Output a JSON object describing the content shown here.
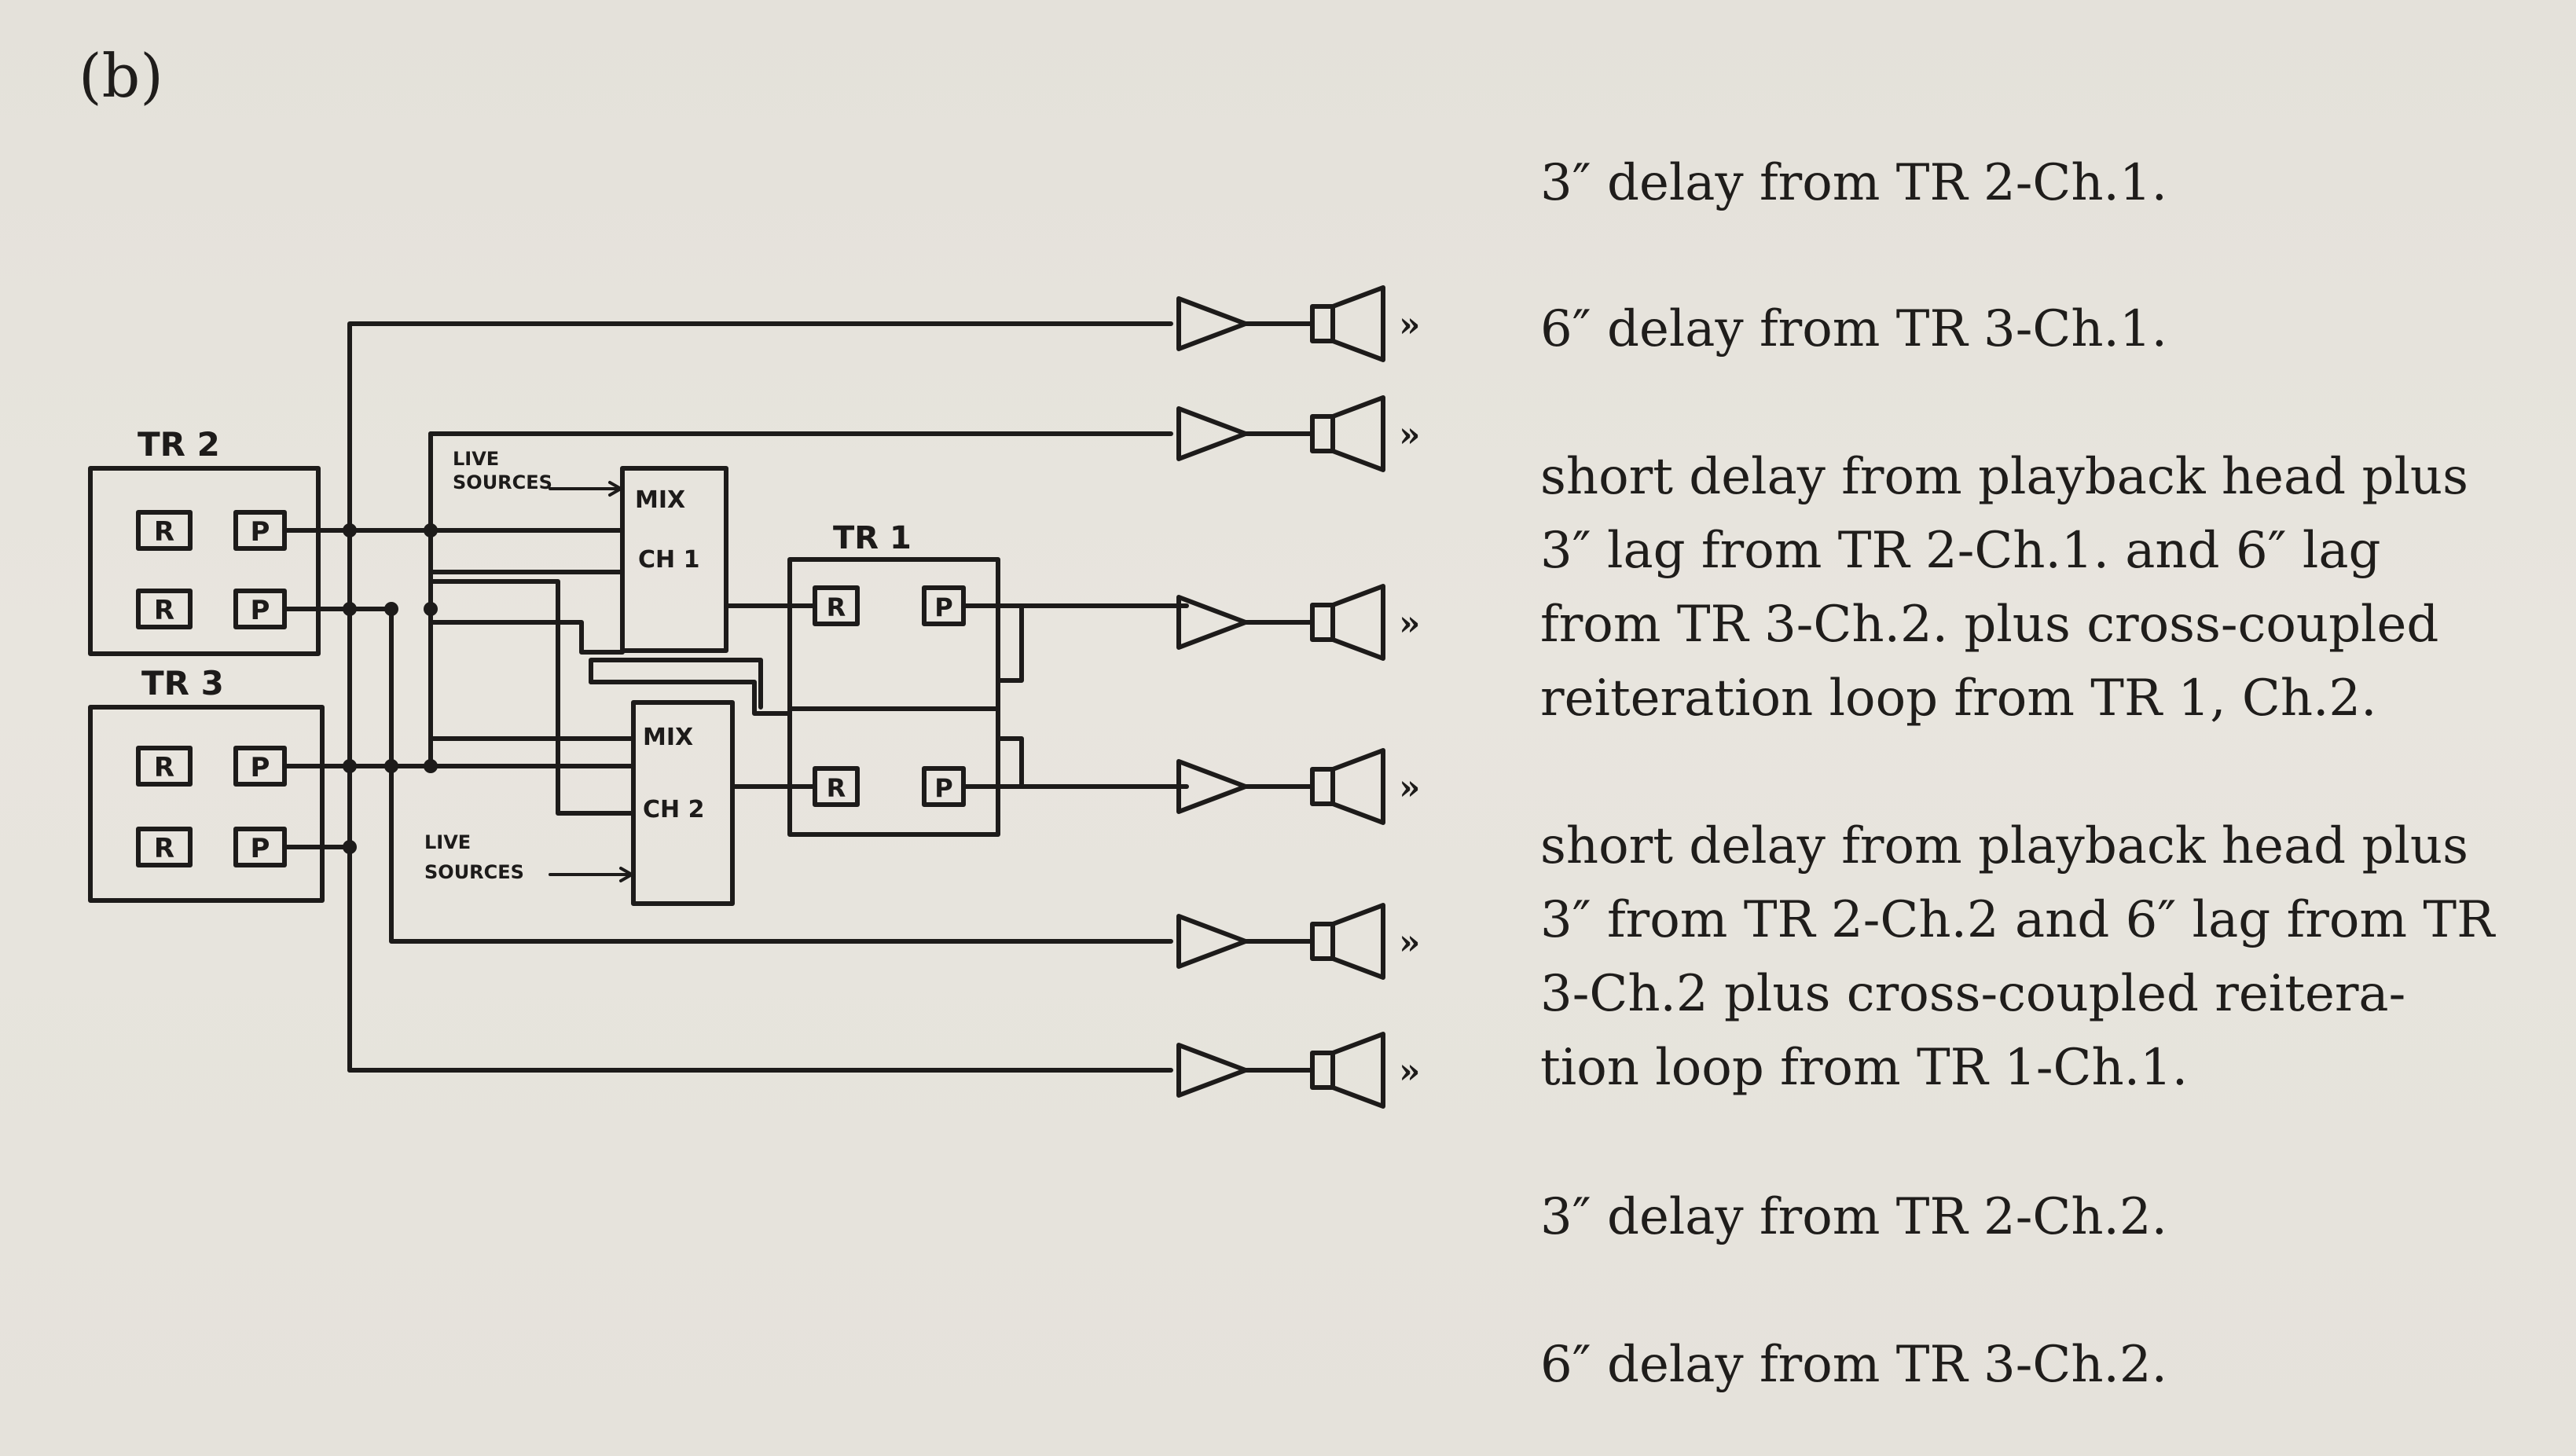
{
  "figure_label": "(b)",
  "diagram": {
    "tape_recorder_2": {
      "title": "TR 2",
      "ch1": {
        "record": "R",
        "playback": "P"
      },
      "ch2": {
        "record": "R",
        "playback": "P"
      }
    },
    "tape_recorder_3": {
      "title": "TR 3",
      "ch1": {
        "record": "R",
        "playback": "P"
      },
      "ch2": {
        "record": "R",
        "playback": "P"
      }
    },
    "tape_recorder_1": {
      "title": "TR 1",
      "ch1": {
        "record": "R",
        "playback": "P"
      },
      "ch2": {
        "record": "R",
        "playback": "P"
      }
    },
    "mixer_1": {
      "line1": "MIX",
      "line2": "CH 1"
    },
    "mixer_2": {
      "line1": "MIX",
      "line2": "CH 2"
    },
    "live_sources_1": {
      "line1": "LIVE",
      "line2": "SOURCES"
    },
    "live_sources_2": {
      "line1": "LIVE",
      "line2": "SOURCES"
    },
    "sound_mark": "»"
  },
  "descriptions": [
    "3″ delay from TR 2-Ch.1.",
    "6″ delay from TR 3-Ch.1.",
    "short delay from playback head plus\n3″ lag from TR 2-Ch.1. and 6″ lag\nfrom TR 3-Ch.2. plus cross-coupled\nreiteration loop from TR 1, Ch.2.",
    "short delay from playback head plus\n3″ from TR 2-Ch.2 and 6″ lag from TR\n3-Ch.2 plus cross-coupled reitera-\ntion loop from TR 1-Ch.1.",
    "3″ delay from TR 2-Ch.2.",
    "6″ delay from TR 3-Ch.2."
  ]
}
